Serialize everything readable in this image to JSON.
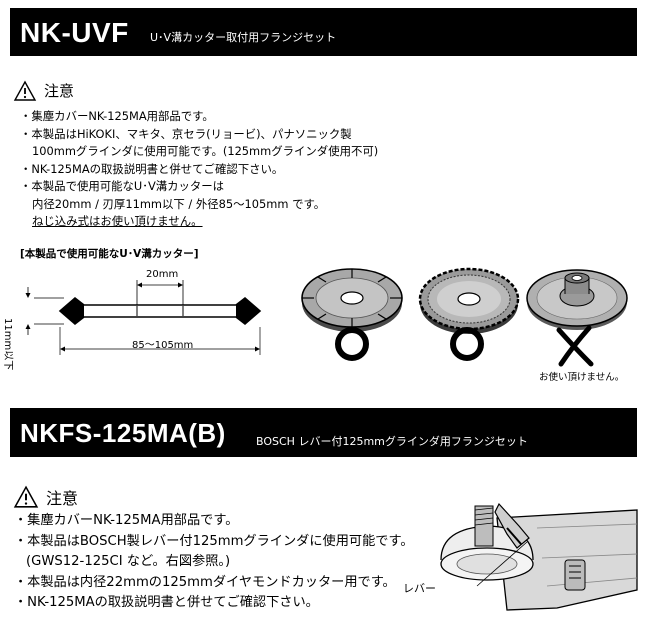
{
  "section1": {
    "code": "NK-UVF",
    "subtitle": "U･V溝カッター取付用フランジセット",
    "caution_label": "注意",
    "items": [
      "・集塵カバーNK-125MA用部品です。",
      "・本製品はHiKOKI、マキタ、京セラ(リョービ)、パナソニック製",
      "100mmグラインダに使用可能です。(125mmグラインダ使用不可)",
      "・NK-125MAの取扱説明書と併せてご確認下さい。",
      "・本製品で使用可能なU･V溝カッターは",
      "内径20mm / 刃厚11mm以下 / 外径85～105mm です。",
      "ねじ込み式はお使い頂けません。"
    ],
    "usable_heading": "[本製品で使用可能なU･V溝カッター]",
    "dim_inner": "20mm",
    "dim_thickness": "11mm以下",
    "dim_outer": "85～105mm",
    "not_usable_note": "お使い頂けません。"
  },
  "section2": {
    "code": "NKFS-125MA(B)",
    "subtitle": "BOSCH レバー付125mmグラインダ用フランジセット",
    "caution_label": "注意",
    "items": [
      "・集塵カバーNK-125MA用部品です。",
      "・本製品はBOSCH製レバー付125mmグラインダに使用可能です。",
      "(GWS12-125CI など。右図参照。)",
      "・本製品は内径22mmの125mmダイヤモンドカッター用です。",
      "・NK-125MAの取扱説明書と併せてご確認下さい。"
    ],
    "lever_label": "レバー"
  },
  "colors": {
    "band": "#000000",
    "band_text": "#ffffff",
    "blade_gray": "#a6a6a6"
  }
}
